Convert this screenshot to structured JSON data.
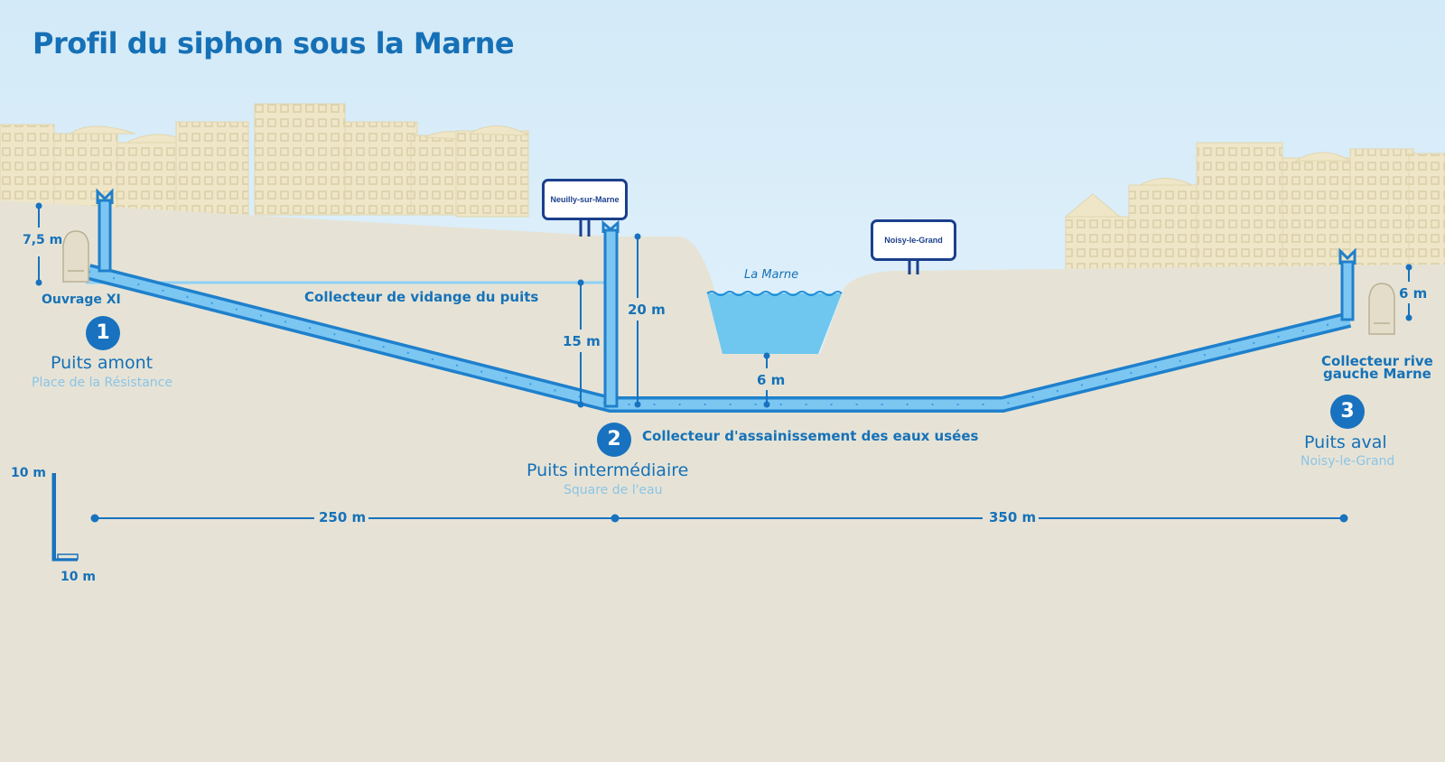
{
  "title": "Profil du siphon sous la Marne",
  "stations": [
    {
      "number": "1",
      "name": "Puits amont",
      "place": "Place de la Résistance"
    },
    {
      "number": "2",
      "name": "Puits intermédiaire",
      "place": "Square de l'eau"
    },
    {
      "number": "3",
      "name": "Puits aval",
      "place": "Noisy-le-Grand"
    }
  ],
  "labels": {
    "ouvrage": "Ouvrage XI",
    "collecteur_vidange": "Collecteur de vidange du puits",
    "collecteur_assainissement": "Collecteur d'assainissement des eaux usées",
    "collecteur_rive_line1": "Collecteur rive",
    "collecteur_rive_line2": "gauche Marne",
    "river": "La Marne"
  },
  "signs": {
    "neuilly": "Neuilly-sur-Marne",
    "noisy": "Noisy-le-Grand"
  },
  "dimensions": {
    "depth_amont": "7,5 m",
    "depth_15": "15 m",
    "depth_20": "20 m",
    "depth_river": "6 m",
    "depth_aval": "6 m",
    "scale_vertical": "10 m",
    "scale_horizontal": "10 m",
    "span_1": "250 m",
    "span_2": "350 m"
  },
  "colors": {
    "sky_top": "#d7ecf8",
    "ground": "#e6e3d6",
    "pipe": "#2e8ed8",
    "pipe_light": "#8fd0f5",
    "water": "#6fc7ef",
    "accent": "#1872bf",
    "buildings": "#efe6c8"
  }
}
